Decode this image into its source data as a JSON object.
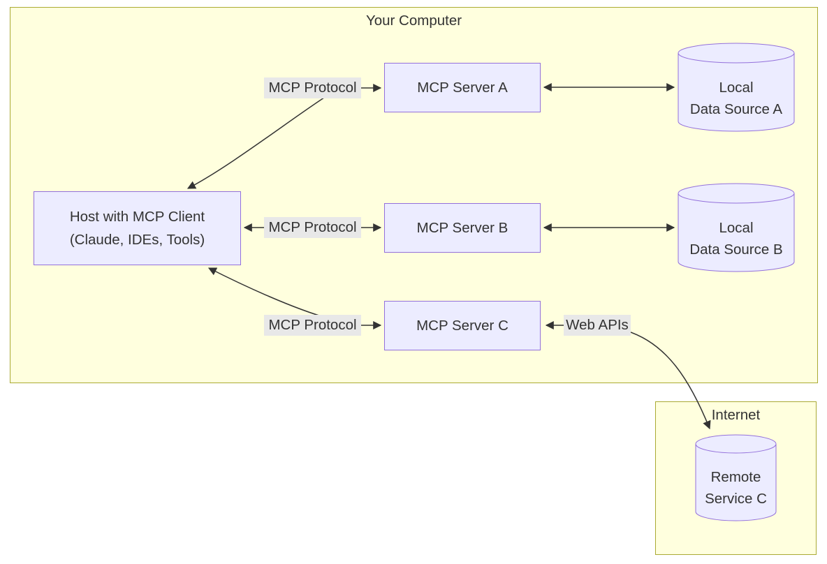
{
  "diagram": {
    "clusters": {
      "your_computer": {
        "title": "Your Computer"
      },
      "internet": {
        "title": "Internet"
      }
    },
    "nodes": {
      "host": {
        "lines": [
          "Host with MCP Client",
          "(Claude, IDEs, Tools)"
        ]
      },
      "server_a": {
        "label": "MCP Server A"
      },
      "server_b": {
        "label": "MCP Server B"
      },
      "server_c": {
        "label": "MCP Server C"
      },
      "data_source_a": {
        "lines": [
          "Local",
          "Data Source A"
        ]
      },
      "data_source_b": {
        "lines": [
          "Local",
          "Data Source B"
        ]
      },
      "remote_service_c": {
        "lines": [
          "Remote",
          "Service C"
        ]
      }
    },
    "edge_labels": {
      "mcp_protocol_a": "MCP Protocol",
      "mcp_protocol_b": "MCP Protocol",
      "mcp_protocol_c": "MCP Protocol",
      "web_apis": "Web APIs"
    },
    "colors": {
      "node_fill": "#ECECFF",
      "node_border": "#9370DB",
      "cluster_fill": "#FFFFDE",
      "cluster_border": "#AAAA33",
      "edge_label_bg": "#E8E8E8",
      "edge_stroke": "#333333",
      "text": "#333333"
    }
  }
}
